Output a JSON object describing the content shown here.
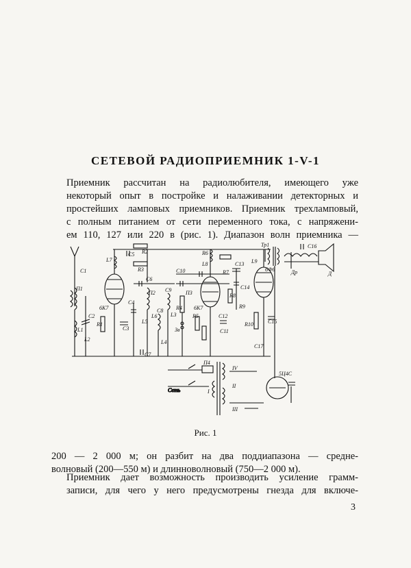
{
  "title": "СЕТЕВОЙ РАДИОПРИЕМНИК 1-V-1",
  "paragraph1": [
    "Приемник рассчитан на радиолюбителя, имеющего уже",
    "некоторый опыт в постройке и налаживании детекторных и",
    "простейших ламповых приемников. Приемник трехламповый,",
    "с полным питанием от сети переменного тока, с напряжени-",
    "ем 110, 127 или 220 в (рис. 1). Диапазон волн приемника —"
  ],
  "paragraph2": [
    "200 — 2 000 м; он разбит на два поддиапазона — средне-",
    "волновый (200—550 м) и длинноволновый (750—2 000 м)."
  ],
  "paragraph3": [
    "Приемник дает возможность производить усиление грамм-",
    "записи, для чего у него предусмотрены гнезда для включе-"
  ],
  "caption": "Рис. 1",
  "page_number": "3",
  "diagram_labels": {
    "tube1": "6К7",
    "tube2": "6К7",
    "tube3": "6Ф6",
    "rectifier": "5Ц4С",
    "mains": "Сеть",
    "switch1": "П1",
    "switch2": "П2",
    "switch3": "П3",
    "switch4": "П4",
    "transformer": "Тр1",
    "choke": "Др",
    "c1": "C1",
    "c2": "C2",
    "c3": "C3",
    "c4": "C4",
    "c5": "C5",
    "c6": "C6",
    "c7": "C7",
    "c8": "C8",
    "c9": "C9",
    "c10": "C10",
    "c11": "C11",
    "c12": "C12",
    "c13": "C13",
    "c14": "C14",
    "c15": "C15",
    "c16": "C16",
    "c17": "C17",
    "r1": "R1",
    "r2": "R2",
    "r3": "R3",
    "r4": "R4",
    "r5": "R5",
    "r6": "R6",
    "r7": "R7",
    "r8": "R8",
    "r9": "R9",
    "r10": "R10",
    "l1": "L1",
    "l2": "L2",
    "l3": "L3",
    "l4": "L4",
    "l5": "L5",
    "l6": "L6",
    "l7": "L7",
    "l8": "L8",
    "l9": "L9",
    "winding1": "I",
    "winding2": "II",
    "winding3": "III",
    "winding4": "IV",
    "speaker": "Д",
    "pickup": "Зв"
  }
}
